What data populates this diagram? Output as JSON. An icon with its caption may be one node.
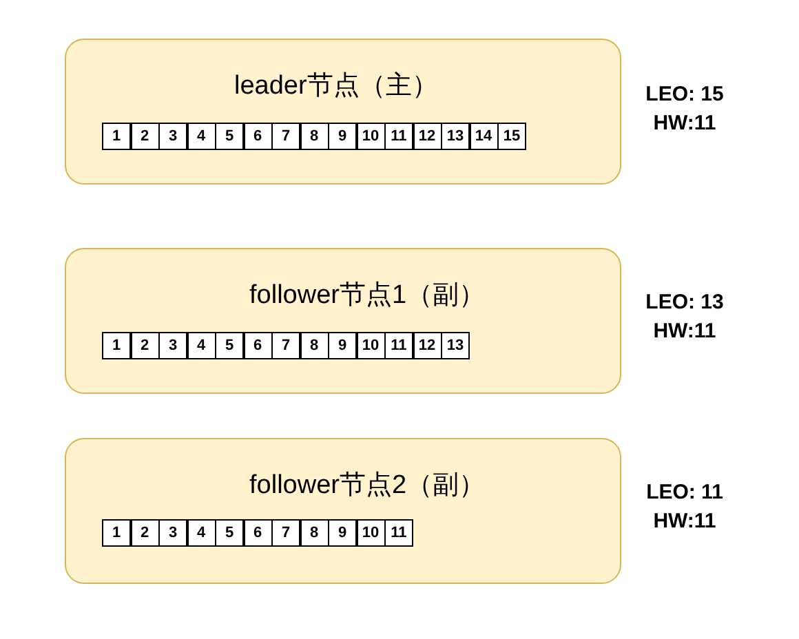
{
  "diagram": {
    "nodes": [
      {
        "text": [
          "leader节点（主）"
        ],
        "beside": [
          "LEO: 15",
          "HW:11"
        ]
      },
      {
        "text": [
          "1"
        ],
        "in": 0
      },
      {
        "text": [
          "2"
        ],
        "in": 0
      },
      {
        "text": [
          "3"
        ],
        "in": 0
      },
      {
        "text": [
          "4"
        ],
        "in": 0
      },
      {
        "text": [
          "5"
        ],
        "in": 0
      },
      {
        "text": [
          "6"
        ],
        "in": 0
      },
      {
        "text": [
          "7"
        ],
        "in": 0
      },
      {
        "text": [
          "8"
        ],
        "in": 0
      },
      {
        "text": [
          "9"
        ],
        "in": 0
      },
      {
        "text": [
          "10"
        ],
        "in": 0
      },
      {
        "text": [
          "11"
        ],
        "in": 0
      },
      {
        "text": [
          "12"
        ],
        "in": 0
      },
      {
        "text": [
          "13"
        ],
        "in": 0
      },
      {
        "text": [
          "14"
        ],
        "in": 0
      },
      {
        "text": [
          "15"
        ],
        "in": 0
      },
      {
        "text": [
          "follower节点1（副）"
        ],
        "beside": [
          "LEO: 13",
          "HW:11"
        ]
      },
      {
        "text": [
          "1"
        ],
        "in": 16
      },
      {
        "text": [
          "2"
        ],
        "in": 16
      },
      {
        "text": [
          "3"
        ],
        "in": 16
      },
      {
        "text": [
          "4"
        ],
        "in": 16
      },
      {
        "text": [
          "5"
        ],
        "in": 16
      },
      {
        "text": [
          "6"
        ],
        "in": 16
      },
      {
        "text": [
          "7"
        ],
        "in": 16
      },
      {
        "text": [
          "8"
        ],
        "in": 16
      },
      {
        "text": [
          "9"
        ],
        "in": 16
      },
      {
        "text": [
          "10"
        ],
        "in": 16
      },
      {
        "text": [
          "11"
        ],
        "in": 16
      },
      {
        "text": [
          "12"
        ],
        "in": 16
      },
      {
        "text": [
          "13"
        ],
        "in": 16
      },
      {
        "text": [
          "follower节点2（副）"
        ],
        "beside": [
          "LEO: 11",
          "HW:11"
        ]
      },
      {
        "text": [
          "1"
        ],
        "in": 30
      },
      {
        "text": [
          "2"
        ],
        "in": 30
      },
      {
        "text": [
          "3"
        ],
        "in": 30
      },
      {
        "text": [
          "4"
        ],
        "in": 30
      },
      {
        "text": [
          "5"
        ],
        "in": 30
      },
      {
        "text": [
          "6"
        ],
        "in": 30
      },
      {
        "text": [
          "7"
        ],
        "in": 30
      },
      {
        "text": [
          "8"
        ],
        "in": 30
      },
      {
        "text": [
          "9"
        ],
        "in": 30
      },
      {
        "text": [
          "10"
        ],
        "in": 30
      },
      {
        "text": [
          "11"
        ],
        "in": 30
      }
    ]
  }
}
